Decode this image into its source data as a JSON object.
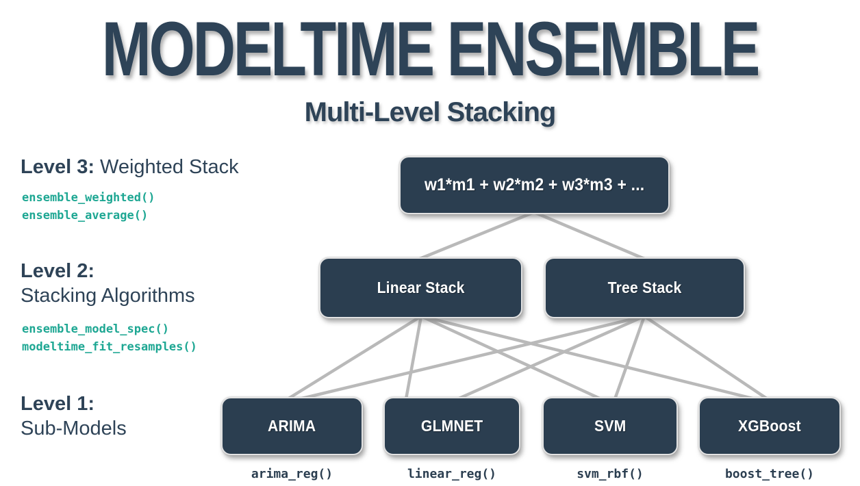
{
  "header": {
    "title": "MODELTIME ENSEMBLE",
    "subtitle": "Multi-Level Stacking"
  },
  "colors": {
    "box_navy": "#2b3e50",
    "text_navy": "#2e4357",
    "code_teal": "#1ea793",
    "connector_gray": "#b9b9b9",
    "background": "#ffffff"
  },
  "levels": {
    "level3": {
      "bold": "Level 3:",
      "rest": "Weighted Stack",
      "functions": [
        "ensemble_weighted()",
        "ensemble_average()"
      ]
    },
    "level2": {
      "bold": "Level 2:",
      "rest": "Stacking Algorithms",
      "functions": [
        "ensemble_model_spec()",
        "modeltime_fit_resamples()"
      ]
    },
    "level1": {
      "bold": "Level 1:",
      "rest": "Sub-Models"
    }
  },
  "diagram": {
    "top_box": {
      "label": "w1*m1 + w2*m2 + w3*m3 + ..."
    },
    "stack_boxes": [
      {
        "label": "Linear Stack"
      },
      {
        "label": "Tree Stack"
      }
    ],
    "submodel_boxes": [
      {
        "label": "ARIMA",
        "function": "arima_reg()"
      },
      {
        "label": "GLMNET",
        "function": "linear_reg()"
      },
      {
        "label": "SVM",
        "function": "svm_rbf()"
      },
      {
        "label": "XGBoost",
        "function": "boost_tree()"
      }
    ]
  }
}
